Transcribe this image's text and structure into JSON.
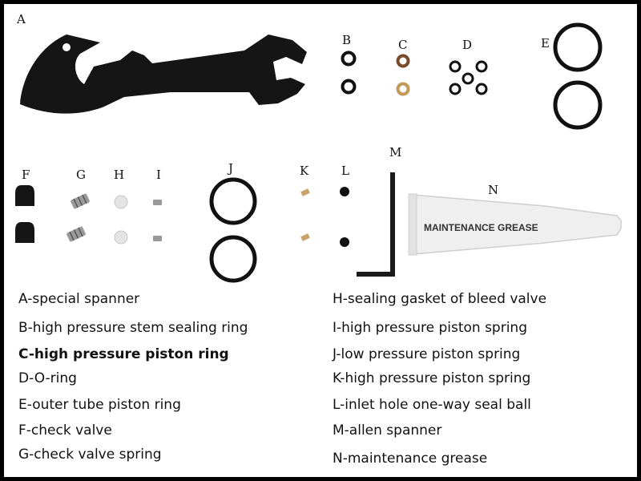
{
  "part_labels": [
    "A",
    "B",
    "C",
    "D",
    "E",
    "F",
    "G",
    "H",
    "I",
    "J",
    "K",
    "L",
    "M",
    "N"
  ],
  "tube_text": "MAINTENANCE GREASE",
  "legend_left": [
    {
      "text": "A-special spanner"
    },
    {
      "text": "B-high pressure stem sealing ring"
    },
    {
      "text": "C-high pressure piston ring",
      "bold": true
    },
    {
      "text": "D-O-ring"
    },
    {
      "text": "E-outer tube piston ring"
    },
    {
      "text": "F-check valve"
    },
    {
      "text": "G-check valve spring"
    }
  ],
  "legend_right": [
    {
      "text": "H-sealing gasket of bleed valve"
    },
    {
      "text": "I-high pressure piston spring"
    },
    {
      "text": "J-low pressure piston spring"
    },
    {
      "text": "K-high pressure piston spring"
    },
    {
      "text": "L-inlet hole one-way seal ball"
    },
    {
      "text": "M-allen spanner"
    },
    {
      "text": "N-maintenance grease"
    }
  ],
  "colors": {
    "frame": "#000000",
    "rubber": "#111111",
    "copper": "#7a4a2a",
    "brass": "#c49a5a"
  }
}
